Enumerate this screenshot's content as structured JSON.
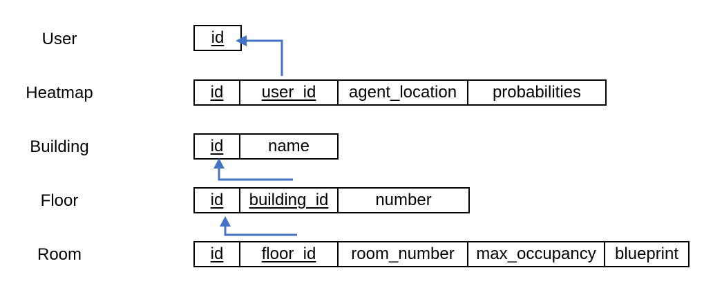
{
  "entities": [
    {
      "label": "User",
      "fields": [
        {
          "name": "id",
          "key": true
        }
      ]
    },
    {
      "label": "Heatmap",
      "fields": [
        {
          "name": "id",
          "key": true
        },
        {
          "name": "user_id",
          "key": true
        },
        {
          "name": "agent_location",
          "key": false
        },
        {
          "name": "probabilities",
          "key": false
        }
      ]
    },
    {
      "label": "Building",
      "fields": [
        {
          "name": "id",
          "key": true
        },
        {
          "name": "name",
          "key": false
        }
      ]
    },
    {
      "label": "Floor",
      "fields": [
        {
          "name": "id",
          "key": true
        },
        {
          "name": "building_id",
          "key": true
        },
        {
          "name": "number",
          "key": false
        }
      ]
    },
    {
      "label": "Room",
      "fields": [
        {
          "name": "id",
          "key": true
        },
        {
          "name": "floor_id",
          "key": true
        },
        {
          "name": "room_number",
          "key": false
        },
        {
          "name": "max_occupancy",
          "key": false
        },
        {
          "name": "blueprint",
          "key": false
        }
      ]
    }
  ],
  "colors": {
    "arrow": "#4472C4",
    "border": "#000000",
    "text": "#000000"
  }
}
